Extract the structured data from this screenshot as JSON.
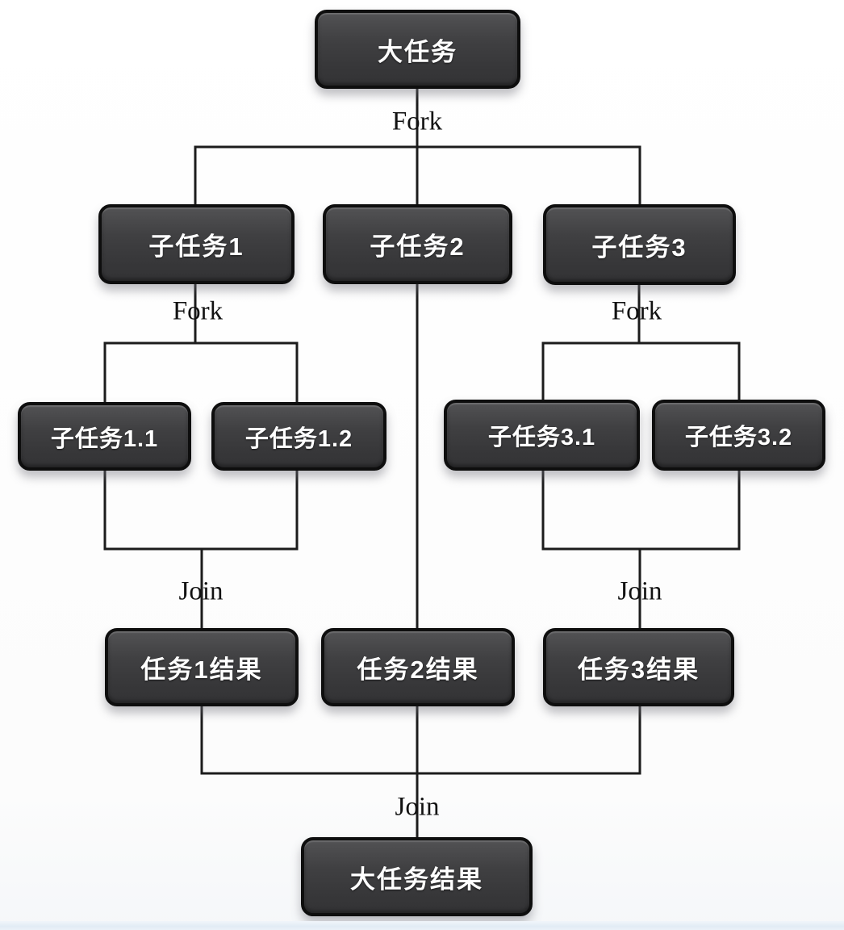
{
  "diagram": {
    "type": "fork-join-flowchart",
    "nodes": [
      {
        "id": "big-task",
        "label": "大任务"
      },
      {
        "id": "subtask-1",
        "label": "子任务1"
      },
      {
        "id": "subtask-2",
        "label": "子任务2"
      },
      {
        "id": "subtask-3",
        "label": "子任务3"
      },
      {
        "id": "subtask-1-1",
        "label": "子任务1.1"
      },
      {
        "id": "subtask-1-2",
        "label": "子任务1.2"
      },
      {
        "id": "subtask-3-1",
        "label": "子任务3.1"
      },
      {
        "id": "subtask-3-2",
        "label": "子任务3.2"
      },
      {
        "id": "task-1-result",
        "label": "任务1结果"
      },
      {
        "id": "task-2-result",
        "label": "任务2结果"
      },
      {
        "id": "task-3-result",
        "label": "任务3结果"
      },
      {
        "id": "big-task-result",
        "label": "大任务结果"
      }
    ],
    "edge_labels": [
      {
        "id": "fork-top",
        "label": "Fork"
      },
      {
        "id": "fork-subtask1",
        "label": "Fork"
      },
      {
        "id": "fork-subtask3",
        "label": "Fork"
      },
      {
        "id": "join-task1",
        "label": "Join"
      },
      {
        "id": "join-task3",
        "label": "Join"
      },
      {
        "id": "join-bottom",
        "label": "Join"
      }
    ],
    "edges": [
      {
        "from": "big-task",
        "to": "subtask-1",
        "via": "Fork"
      },
      {
        "from": "big-task",
        "to": "subtask-2",
        "via": "Fork"
      },
      {
        "from": "big-task",
        "to": "subtask-3",
        "via": "Fork"
      },
      {
        "from": "subtask-1",
        "to": "subtask-1-1",
        "via": "Fork"
      },
      {
        "from": "subtask-1",
        "to": "subtask-1-2",
        "via": "Fork"
      },
      {
        "from": "subtask-3",
        "to": "subtask-3-1",
        "via": "Fork"
      },
      {
        "from": "subtask-3",
        "to": "subtask-3-2",
        "via": "Fork"
      },
      {
        "from": "subtask-1-1",
        "to": "task-1-result",
        "via": "Join"
      },
      {
        "from": "subtask-1-2",
        "to": "task-1-result",
        "via": "Join"
      },
      {
        "from": "subtask-2",
        "to": "task-2-result",
        "via": ""
      },
      {
        "from": "subtask-3-1",
        "to": "task-3-result",
        "via": "Join"
      },
      {
        "from": "subtask-3-2",
        "to": "task-3-result",
        "via": "Join"
      },
      {
        "from": "task-1-result",
        "to": "big-task-result",
        "via": "Join"
      },
      {
        "from": "task-2-result",
        "to": "big-task-result",
        "via": "Join"
      },
      {
        "from": "task-3-result",
        "to": "big-task-result",
        "via": "Join"
      }
    ],
    "colors": {
      "node_fill_dark": "#373739",
      "node_fill_light": "#525254",
      "node_border": "#0e0e0e",
      "node_text": "#ffffff",
      "connector_line": "#1c1c1c",
      "edge_label_text": "#121212",
      "background": "#fcfcfc",
      "footer_strip": "#e2ecf5"
    }
  }
}
